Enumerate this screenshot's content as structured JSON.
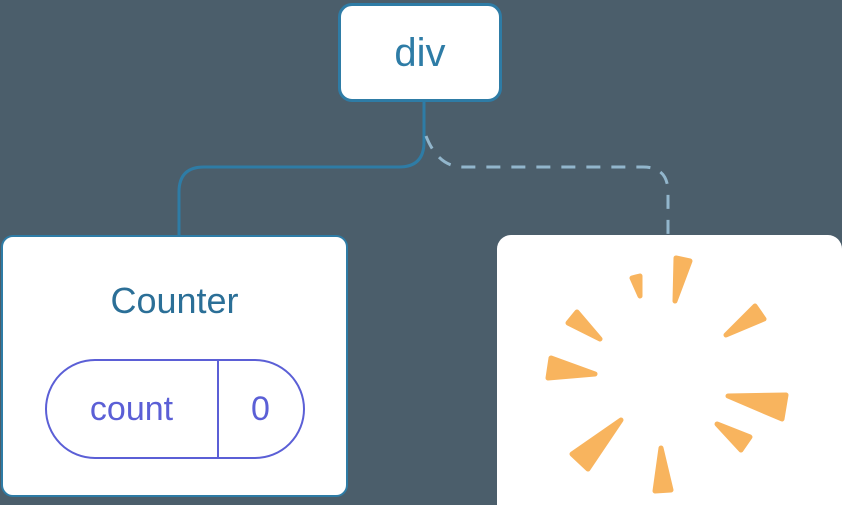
{
  "diagram": {
    "kind": "component-tree",
    "root_node": {
      "label": "div"
    },
    "counter_node": {
      "title": "Counter",
      "state_pill": {
        "name": "count",
        "value": "0"
      }
    },
    "removed_node": {
      "icon": "poof-icon"
    },
    "connectors": [
      {
        "from": "div",
        "to": "Counter",
        "style": "solid"
      },
      {
        "from": "div",
        "to": "removed",
        "style": "dashed"
      }
    ]
  },
  "colors": {
    "background": "#4B5E6B",
    "card_white": "#FFFFFF",
    "node_border_blue": "#2E7CA6",
    "node_text_blue": "#2E7CA6",
    "counter_title": "#2B6F97",
    "state_purple": "#5B5FD6",
    "connector_solid": "#2E7CA6",
    "connector_dashed": "#92B6CC",
    "poof_orange": "#F8B45E"
  }
}
